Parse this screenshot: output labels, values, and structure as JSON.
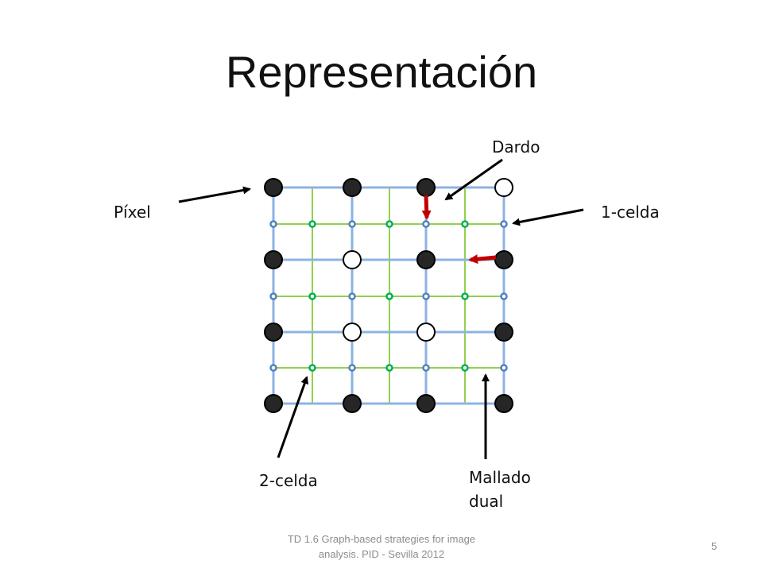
{
  "slide": {
    "title": "Representación",
    "footer_line1": "TD 1.6 Graph-based strategies for image",
    "footer_line2": "analysis. PID - Sevilla 2012",
    "page_number": "5"
  },
  "labels": {
    "pixel": "Píxel",
    "dart": "Dardo",
    "one_cell": "1-celda",
    "two_cell": "2-celda",
    "dual_mesh_line1": "Mallado",
    "dual_mesh_line2": "dual"
  },
  "grid": {
    "pixel_rows": [
      [
        "black",
        "black",
        "black",
        "white"
      ],
      [
        "black",
        "white",
        "black",
        "black"
      ],
      [
        "black",
        "white",
        "white",
        "black"
      ],
      [
        "black",
        "black",
        "black",
        "black"
      ]
    ]
  },
  "colors": {
    "primal_grid": "#8db3e2",
    "dual_grid": "#92d050",
    "one_cell_node": "#4f81bd",
    "two_cell_node": "#00b050",
    "pixel_black": "#262626",
    "dart_arrow": "#c00000",
    "annotation_arrow": "#000000"
  }
}
